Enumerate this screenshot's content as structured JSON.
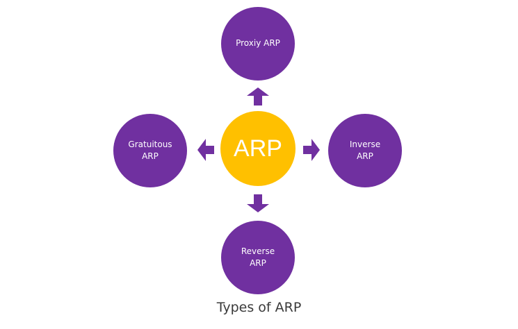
{
  "diagram": {
    "center": {
      "label": "ARP"
    },
    "nodes": {
      "top": {
        "label": "Proxiy ARP"
      },
      "left": {
        "label": "Gratuitous\nARP"
      },
      "right": {
        "label": "Inverse\nARP"
      },
      "bottom": {
        "label": "Reverse\nARP"
      }
    },
    "caption": "Types of ARP"
  },
  "colors": {
    "center_fill": "#ffc000",
    "node_fill": "#7030a0",
    "arrow_fill": "#7030a0",
    "node_text": "#ffffff",
    "caption_text": "#3a3a3a"
  },
  "icons": {
    "arrow_up": "arrow-up-icon",
    "arrow_down": "arrow-down-icon",
    "arrow_left": "arrow-left-icon",
    "arrow_right": "arrow-right-icon"
  }
}
